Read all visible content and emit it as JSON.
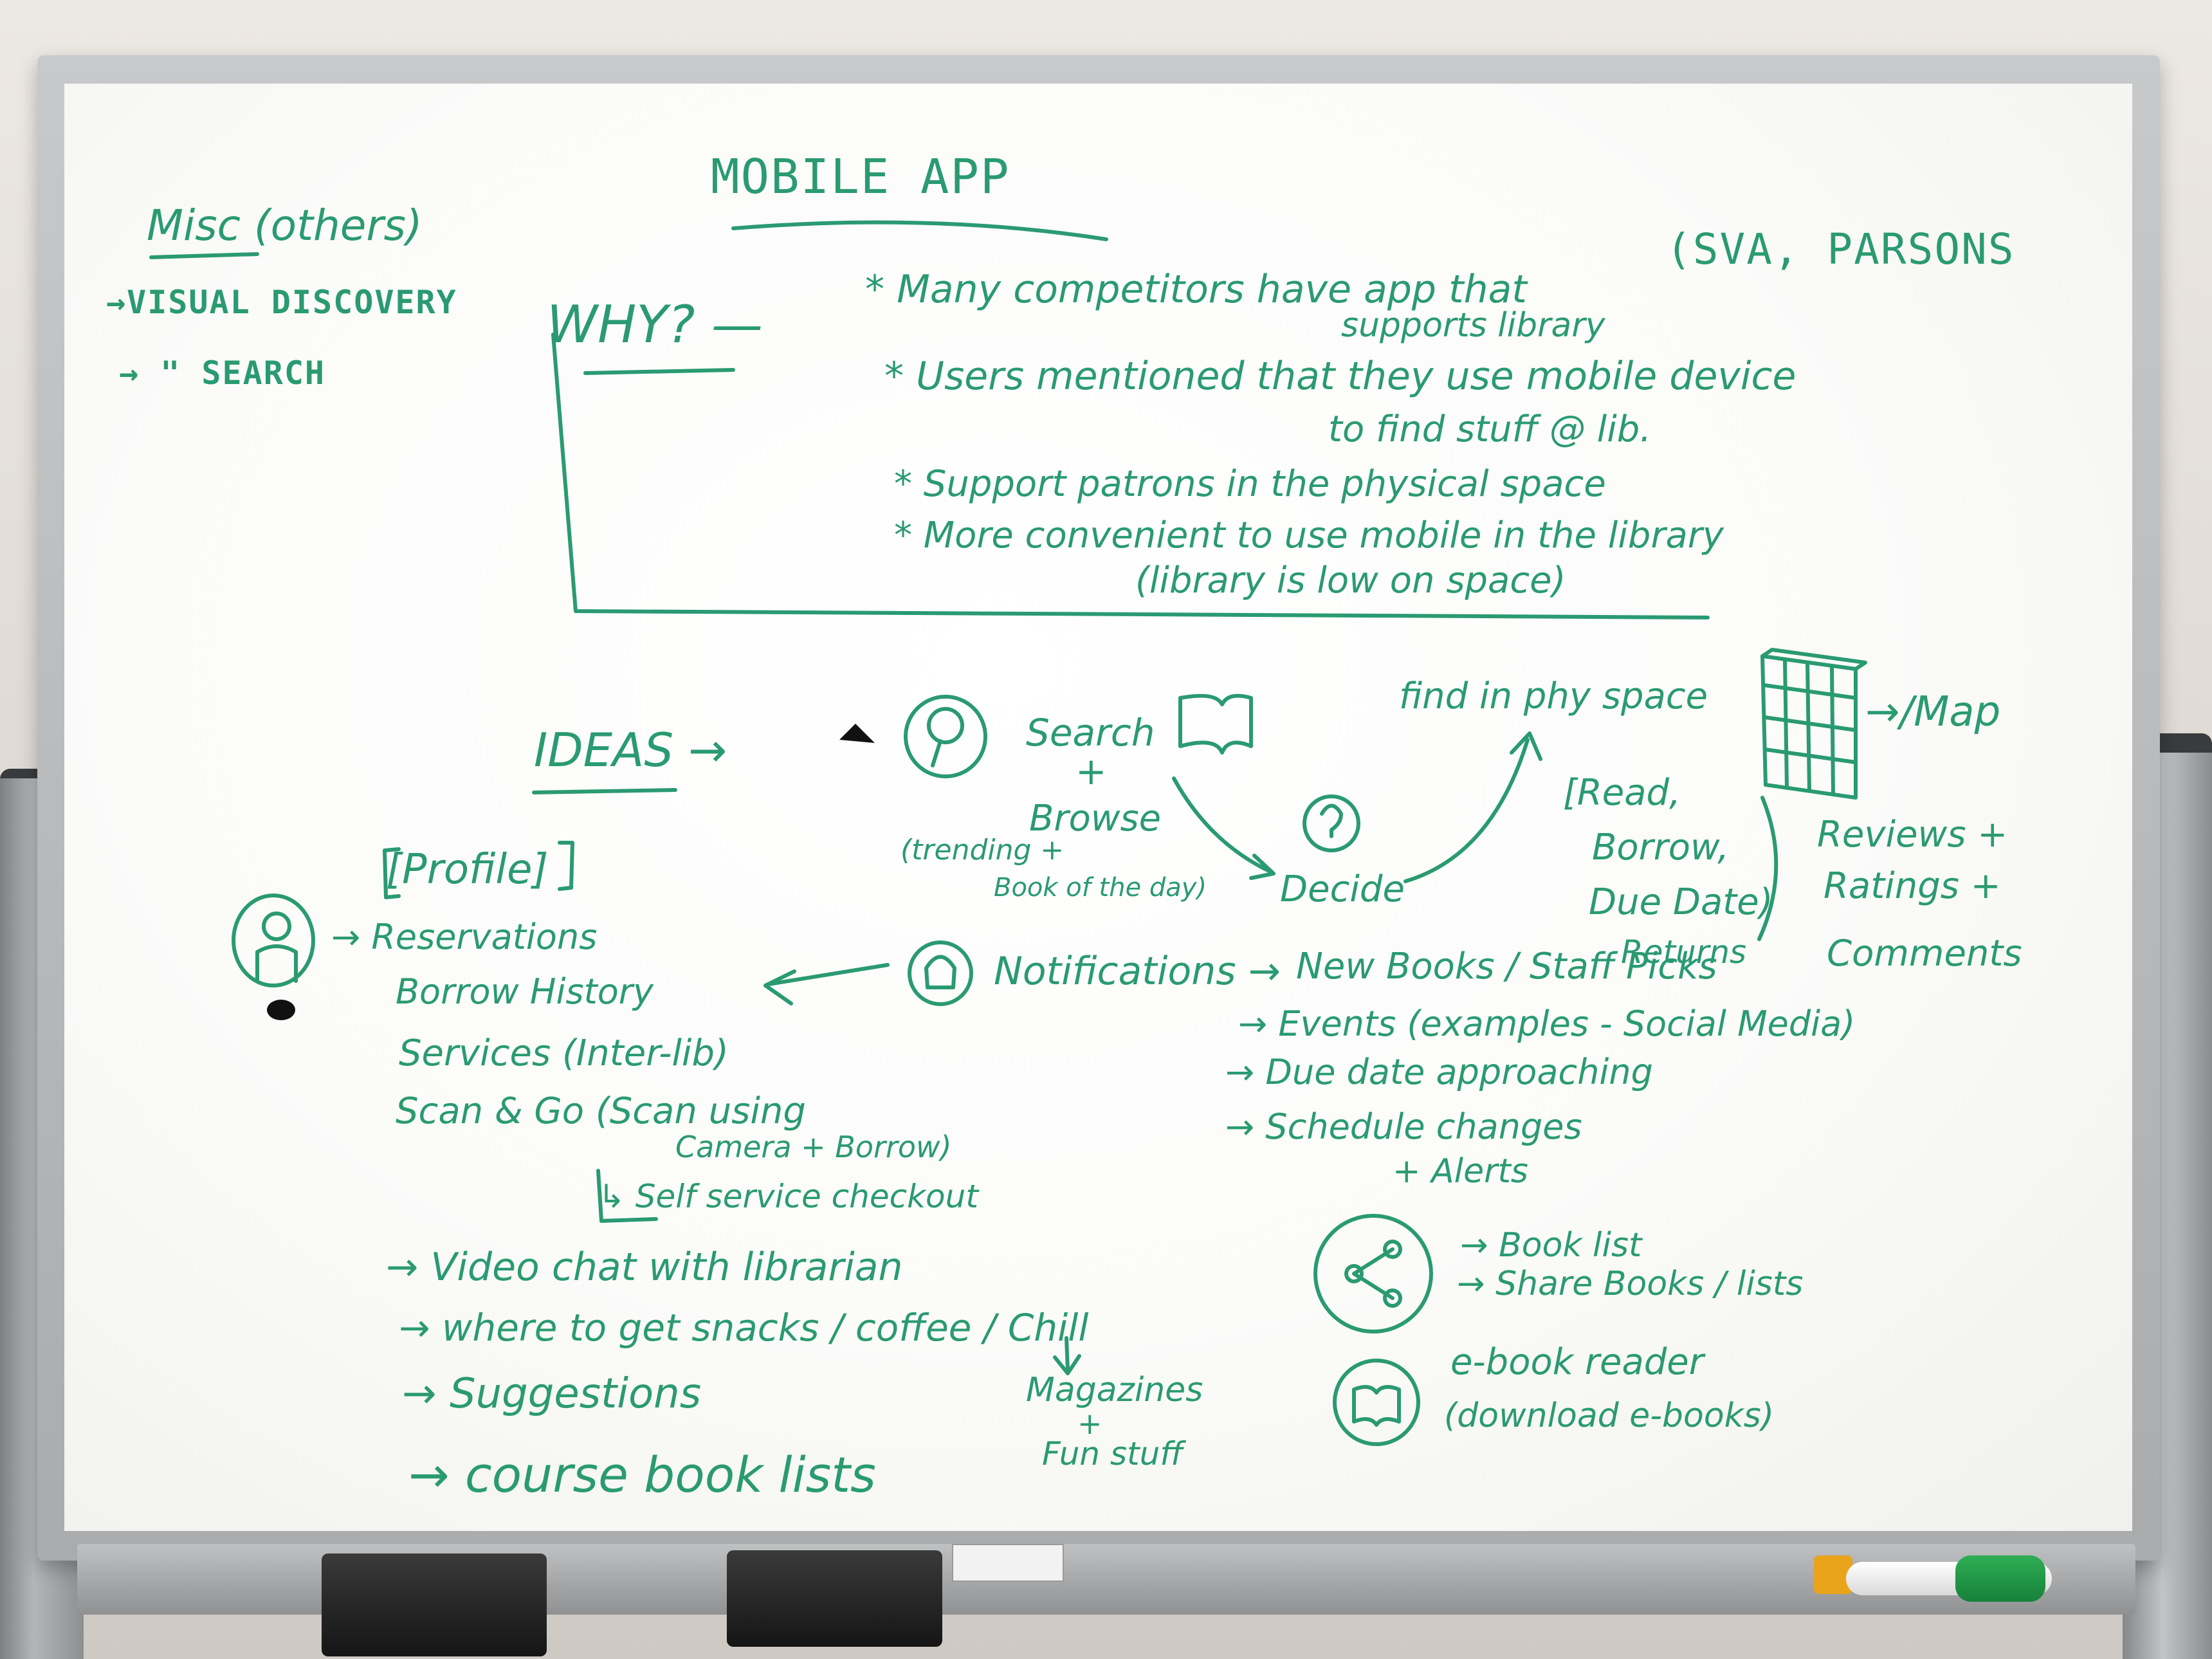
{
  "ink_color": "#2a9a72",
  "board_color": "#fbfbfa",
  "title": "MOBILE APP",
  "misc": {
    "heading": "Misc (others)",
    "items": [
      "→VISUAL DISCOVERY",
      "→ \" SEARCH"
    ]
  },
  "why": {
    "label": "WHY? —",
    "points": [
      "* Many competitors have app that",
      "supports library",
      "(SVA, PARSONS",
      "* Users mentioned that they use mobile device",
      "to find stuff @ lib.",
      "* Support patrons in the physical space",
      "* More convenient to use mobile in the library",
      "(library is low on space)"
    ]
  },
  "ideas": {
    "label": "IDEAS →",
    "search": "Search",
    "plus": "+",
    "browse": "Browse",
    "trending": "(trending +",
    "book_of_day": "Book of the day)",
    "decide": "Decide",
    "find": "find in phy space",
    "map": "→/Map",
    "read_options": [
      "[Read,",
      "Borrow,",
      "Due Date)",
      "Returns"
    ],
    "reviews": [
      "Reviews +",
      "Ratings +",
      "Comments"
    ]
  },
  "profile": {
    "label": "[Profile]",
    "items": [
      "→ Reservations",
      "Borrow History",
      "Services (Inter-lib)",
      "Scan & Go (Scan using",
      "Camera + Borrow)",
      "↳ Self service checkout"
    ]
  },
  "notifications": {
    "label": "Notifications →",
    "items": [
      "New Books / Staff Picks",
      "→ Events (examples - Social Media)",
      "→ Due date approaching",
      "→ Schedule changes",
      "+ Alerts"
    ]
  },
  "share": {
    "items": [
      "→ Book list",
      "→ Share Books / lists"
    ]
  },
  "ebook": {
    "items": [
      "e-book reader",
      "(download e-books)"
    ]
  },
  "extras": {
    "items": [
      "→ Video chat with librarian",
      "→ where to get snacks / coffee / Chill",
      "→ Suggestions",
      "→ course book lists"
    ],
    "magazines": [
      "Magazines",
      "+",
      "Fun stuff"
    ]
  }
}
